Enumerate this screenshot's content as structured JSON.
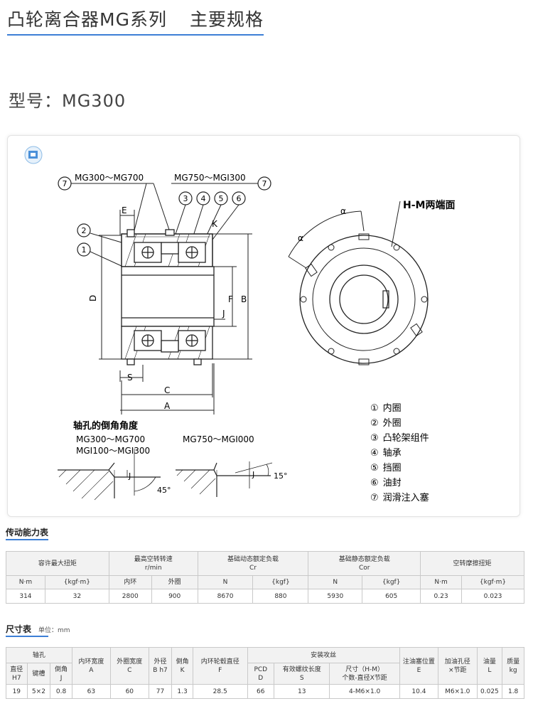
{
  "header": {
    "series_title": "凸轮离合器MG系列",
    "spec_title": "主要规格",
    "model_line": "型号：MG300"
  },
  "figure": {
    "icon": "document-icon",
    "label_left_range": "MG300～MG700",
    "label_right_range": "MG750～MGI300",
    "callout_7": "7",
    "callouts": [
      "1",
      "2",
      "3",
      "4",
      "5",
      "6"
    ],
    "dim_E": "E",
    "dim_K": "K",
    "dim_D": "D",
    "dim_F": "F",
    "dim_B": "B",
    "dim_J": "J",
    "dim_S": "S",
    "dim_C": "C",
    "dim_A": "A",
    "alpha": "α",
    "hm_label": "H-M两端面",
    "chamfer_title": "轴孔的倒角角度",
    "chamfer_range_a": "MG300～MG700",
    "chamfer_range_b": "MGI100～MGI300",
    "chamfer_range_c": "MG750～MGI000",
    "angle_45": "45°",
    "angle_15": "15°",
    "legend": [
      {
        "num": "①",
        "text": "内圈"
      },
      {
        "num": "②",
        "text": "外圈"
      },
      {
        "num": "③",
        "text": "凸轮架组件"
      },
      {
        "num": "④",
        "text": "轴承"
      },
      {
        "num": "⑤",
        "text": "挡圈"
      },
      {
        "num": "⑥",
        "text": "油封"
      },
      {
        "num": "⑦",
        "text": "润滑注入塞"
      }
    ]
  },
  "capacity_table": {
    "title": "传动能力表",
    "headers": {
      "torque": "容许最大扭矩",
      "speed": "最高空转转速",
      "speed_unit": "r/min",
      "dynamic": "基础动态额定负载",
      "dynamic_sym": "Cr",
      "static": "基础静态额定负载",
      "static_sym": "Cor",
      "drag": "空转摩擦扭矩"
    },
    "sub": {
      "torque_nm": "N·m",
      "torque_kgf": "{kgf·m}",
      "speed_inner": "内环",
      "speed_outer": "外圈",
      "dyn_n": "N",
      "dyn_kgf": "{kgf}",
      "sta_n": "N",
      "sta_kgf": "{kgf}",
      "drag_nm": "N·m",
      "drag_kgf": "{kgf·m}"
    },
    "values": {
      "torque_nm": "314",
      "torque_kgf": "32",
      "speed_inner": "2800",
      "speed_outer": "900",
      "dyn_n": "8670",
      "dyn_kgf": "880",
      "sta_n": "5930",
      "sta_kgf": "605",
      "drag_nm": "0.23",
      "drag_kgf": "0.023"
    }
  },
  "size_table": {
    "title": "尺寸表",
    "unit": "单位：mm",
    "headers": {
      "shaft_hole": "轴孔",
      "inner_width": "内环宽度",
      "inner_width_sym": "A",
      "outer_width": "外圈宽度",
      "outer_width_sym": "C",
      "outer_dia": "外径",
      "outer_dia_sym": "B h7",
      "chamfer": "倒角",
      "chamfer_sym": "K",
      "cam_dia": "内环轮毂直径",
      "cam_dia_sym": "F",
      "mounting": "安装攻丝",
      "oil_pos": "注油塞位置",
      "oil_pos_sym": "E",
      "oil_hole": "加油孔径",
      "oil_hole_sym": "×节距",
      "oil_qty": "油量",
      "oil_qty_sym": "L",
      "mass": "质量",
      "mass_sym": "kg"
    },
    "sub": {
      "bore": "直径",
      "bore_sym": "H7",
      "keyway": "键槽",
      "shaft_chamfer": "倒角",
      "shaft_chamfer_sym": "J",
      "pcd": "PCD",
      "pcd_sym": "D",
      "thread_len": "有效螺纹长度",
      "thread_len_sym": "S",
      "size": "尺寸（H-M）",
      "size_sym": "个数-直径X节距"
    },
    "values": {
      "bore": "19",
      "keyway": "5×2",
      "shaft_chamfer": "0.8",
      "inner_width": "63",
      "outer_width": "60",
      "outer_dia": "77",
      "chamfer": "1.3",
      "cam_dia": "28.5",
      "pcd": "66",
      "thread_len": "13",
      "size": "4-M6×1.0",
      "oil_pos": "10.4",
      "oil_hole": "M6×1.0",
      "oil_qty": "0.025",
      "mass": "1.8"
    }
  }
}
